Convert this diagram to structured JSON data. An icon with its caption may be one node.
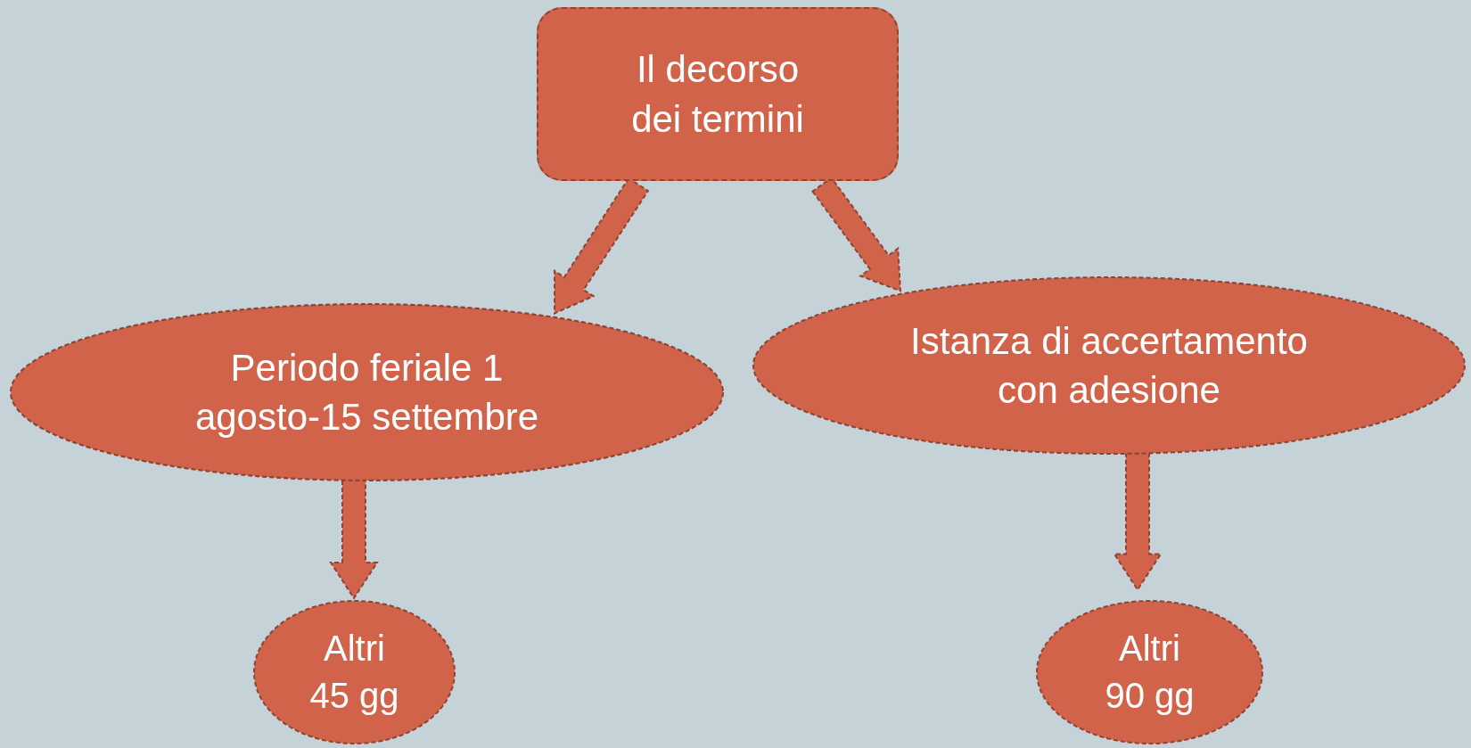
{
  "diagram": {
    "nodes": [
      {
        "text": [
          "Il decorso dei termini"
        ]
      },
      {
        "text": [
          "Periodo feriale 1 agosto-15 settembre"
        ]
      },
      {
        "text": [
          "Istanza di accertamento con adesione"
        ]
      },
      {
        "text": [
          "Altri 45 gg"
        ]
      },
      {
        "text": [
          "Altri 90 gg"
        ]
      }
    ],
    "edges": [
      {
        "from": 0,
        "to": 1,
        "arrow": "to"
      },
      {
        "from": 0,
        "to": 2,
        "arrow": "to"
      },
      {
        "from": 1,
        "to": 3,
        "arrow": "to"
      },
      {
        "from": 2,
        "to": 4,
        "arrow": "to"
      }
    ]
  }
}
